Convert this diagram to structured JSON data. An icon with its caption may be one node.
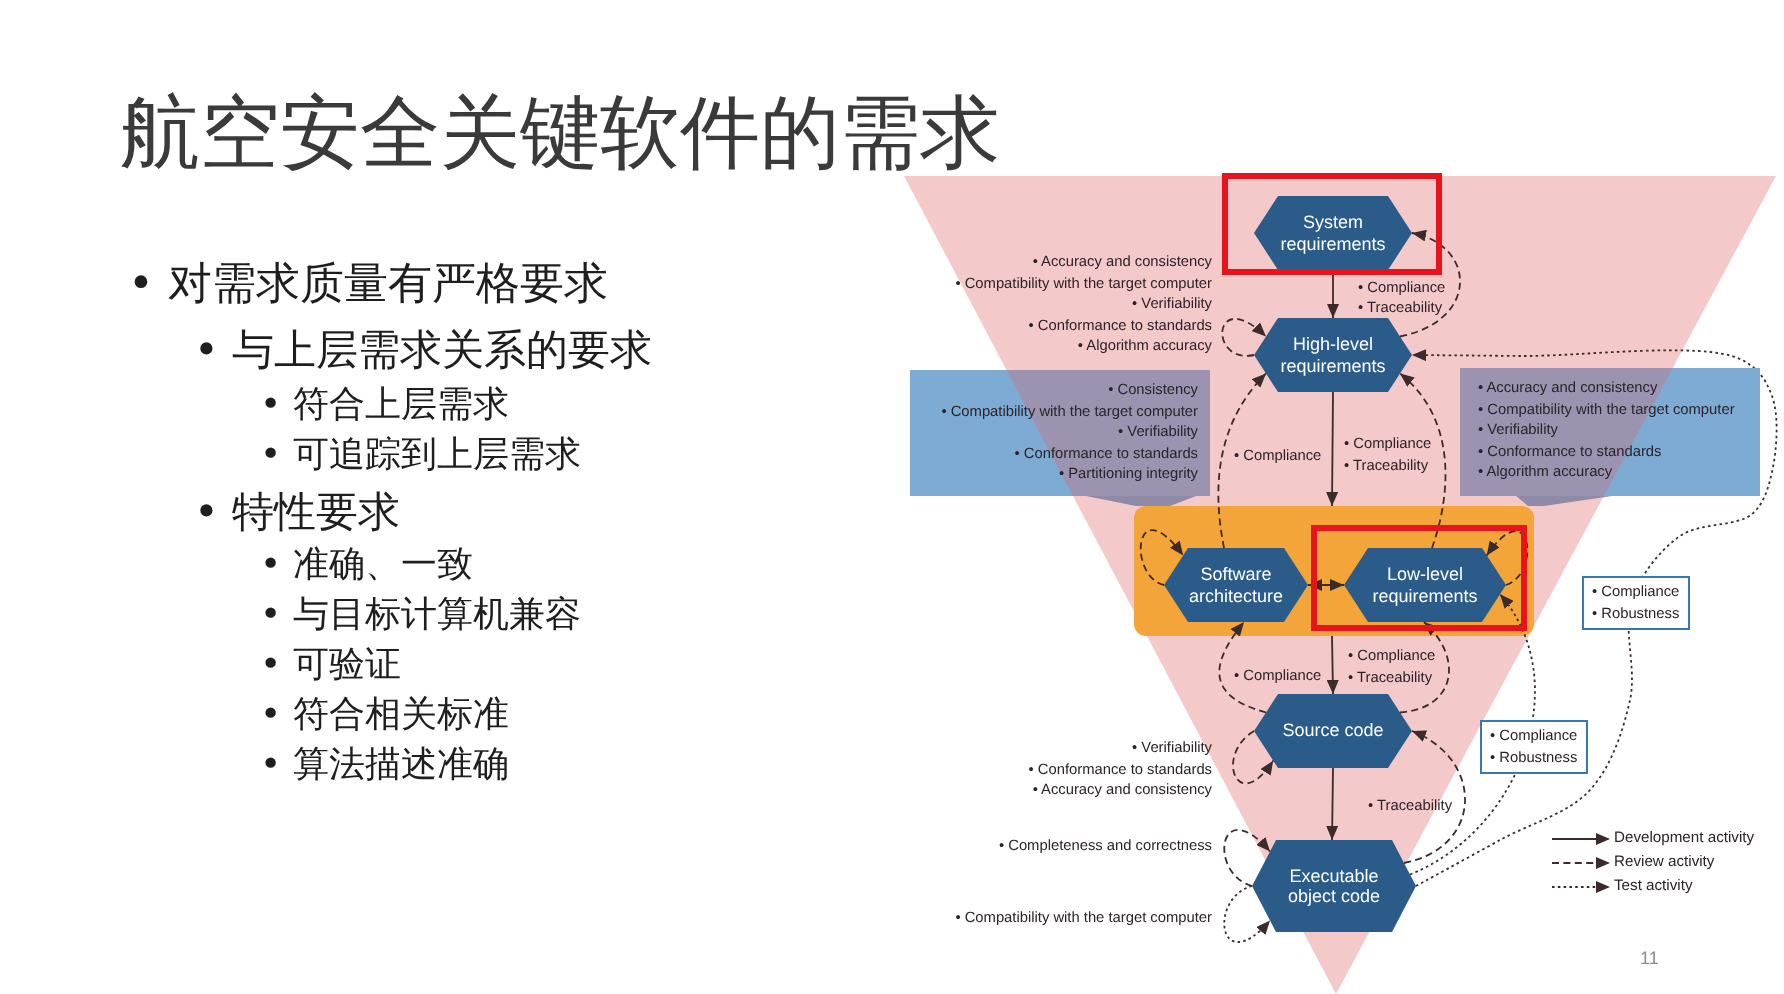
{
  "diagram": {
    "title": "航空安全关键软件的需求",
    "nodes": [
      {
        "text": [
          "System requirements"
        ]
      },
      {
        "text": [
          "High-level requirements"
        ]
      },
      {
        "text": [
          "• Consistency • Compatibility with the target computer • Verifiability • Conformance to standards • Partitioning integrity"
        ]
      },
      {
        "text": [
          "• Accuracy and consistency • Compatibility with the target computer • Verifiability • Conformance to standards • Algorithm accuracy"
        ]
      },
      {
        "text": [],
        "shape": "box"
      },
      {
        "text": [
          "Software architecture"
        ],
        "in": 4
      },
      {
        "text": [
          "Low-level requirements"
        ],
        "in": 4
      },
      {
        "text": [
          "Source code"
        ]
      },
      {
        "text": [
          "Executable object code"
        ]
      }
    ],
    "edges": [
      {
        "from": 0,
        "to": 1,
        "arrow": "to"
      },
      {
        "from": 1,
        "to": 4,
        "arrow": "to"
      },
      {
        "from": 4,
        "to": 7,
        "arrow": "to"
      },
      {
        "from": 7,
        "to": 8,
        "arrow": "to"
      },
      {
        "from": 5,
        "to": 6,
        "arrow": "both"
      },
      {
        "from": 1,
        "to": 0,
        "arrow": "to",
        "style": "dashed",
        "label": "• Compliance • Traceability"
      },
      {
        "from": 1,
        "to": 1,
        "arrow": "to",
        "style": "dashed",
        "label": "• Accuracy and consistency • Compatibility with the target computer • Verifiability • Conformance to standards • Algorithm accuracy"
      },
      {
        "from": 5,
        "to": 1,
        "arrow": "to",
        "style": "dashed",
        "label": "• Compliance"
      },
      {
        "from": 6,
        "to": 1,
        "arrow": "to",
        "style": "dashed",
        "label": "• Compliance • Traceability"
      },
      {
        "from": 5,
        "to": 5,
        "arrow": "to",
        "style": "dashed"
      },
      {
        "from": 6,
        "to": 6,
        "arrow": "to",
        "style": "dashed"
      },
      {
        "from": 7,
        "to": 5,
        "arrow": "to",
        "style": "dashed",
        "label": "• Compliance"
      },
      {
        "from": 7,
        "to": 6,
        "arrow": "to",
        "style": "dashed",
        "label": "• Compliance • Traceability"
      },
      {
        "from": 7,
        "to": 7,
        "arrow": "to",
        "style": "dashed",
        "label": "• Verifiability • Conformance to standards • Accuracy and consistency"
      },
      {
        "from": 8,
        "to": 7,
        "arrow": "to",
        "style": "dashed",
        "label": "• Traceability"
      },
      {
        "from": 8,
        "to": 8,
        "arrow": "to",
        "style": "dashed",
        "label": "• Completeness and correctness"
      },
      {
        "from": 8,
        "to": 8,
        "arrow": "to",
        "style": "dashed",
        "label": "• Compatibility with the target computer"
      },
      {
        "from": 8,
        "to": 6,
        "arrow": "to",
        "style": "dashed",
        "label": "• Compliance • Robustness"
      },
      {
        "from": 8,
        "to": 1,
        "arrow": "to",
        "style": "dashed",
        "label": "• Compliance • Robustness"
      }
    ],
    "labels": [
      "• 对需求质量有严格要求",
      "• 与上层需求关系的要求",
      "• 符合上层需求",
      "• 可追踪到上层需求",
      "• 特性要求",
      "• 准确、一致",
      "• 与目标计算机兼容",
      "• 可验证",
      "• 符合相关标准",
      "• 算法描述准确",
      "11"
    ],
    "legend": [
      {
        "text": "Development activity"
      },
      {
        "text": "Review activity"
      },
      {
        "text": "Test activity"
      }
    ]
  }
}
